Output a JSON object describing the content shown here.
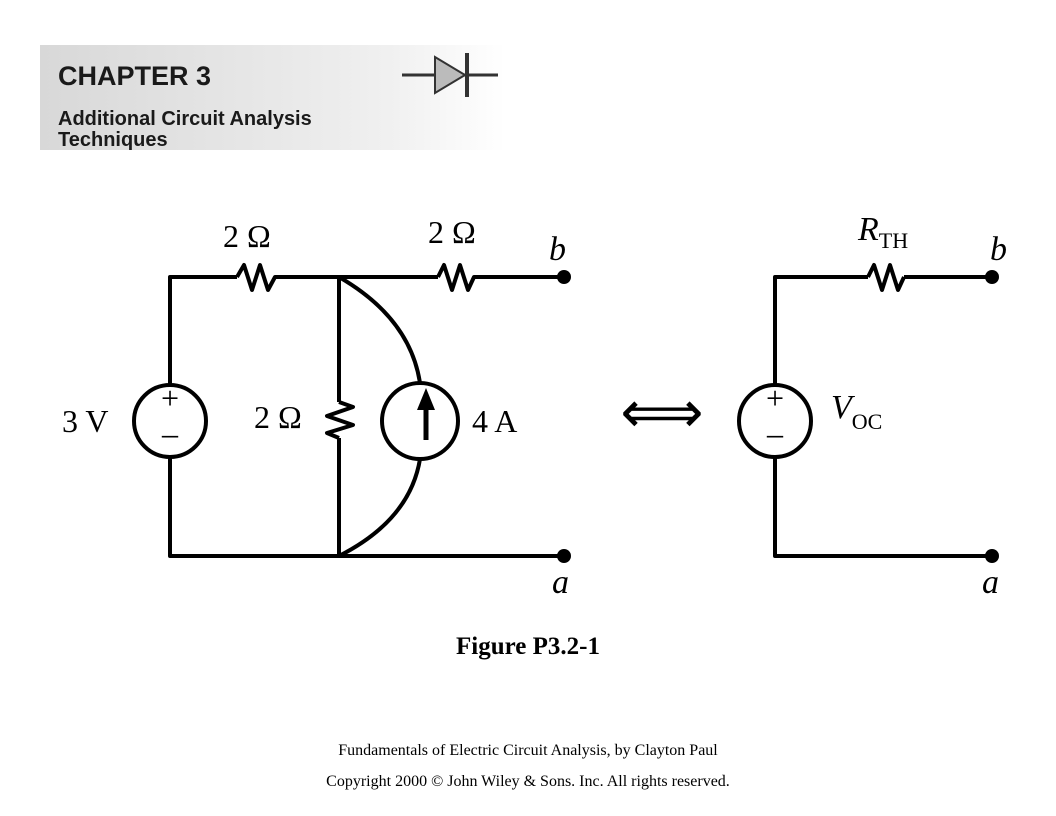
{
  "banner": {
    "chapter": "CHAPTER 3",
    "subtitle_line1": "Additional Circuit Analysis",
    "subtitle_line2": "Techniques"
  },
  "left_circuit": {
    "source_voltage": "3 V",
    "source_plus": "+",
    "source_minus": "–",
    "resistor_top_left": "2 Ω",
    "resistor_top_right": "2 Ω",
    "resistor_middle": "2 Ω",
    "current_source": "4 A",
    "terminal_top": "b",
    "terminal_bottom": "a"
  },
  "equivalence_symbol": "⟺",
  "right_circuit": {
    "resistor_label_main": "R",
    "resistor_label_sub": "TH",
    "source_label_main": "V",
    "source_label_sub": "OC",
    "source_plus": "+",
    "source_minus": "–",
    "terminal_top": "b",
    "terminal_bottom": "a"
  },
  "figure_caption": "Figure P3.2-1",
  "footer": {
    "book": "Fundamentals of Electric Circuit Analysis, by Clayton Paul",
    "copyright": "Copyright 2000 © John Wiley & Sons. Inc. All rights reserved."
  }
}
